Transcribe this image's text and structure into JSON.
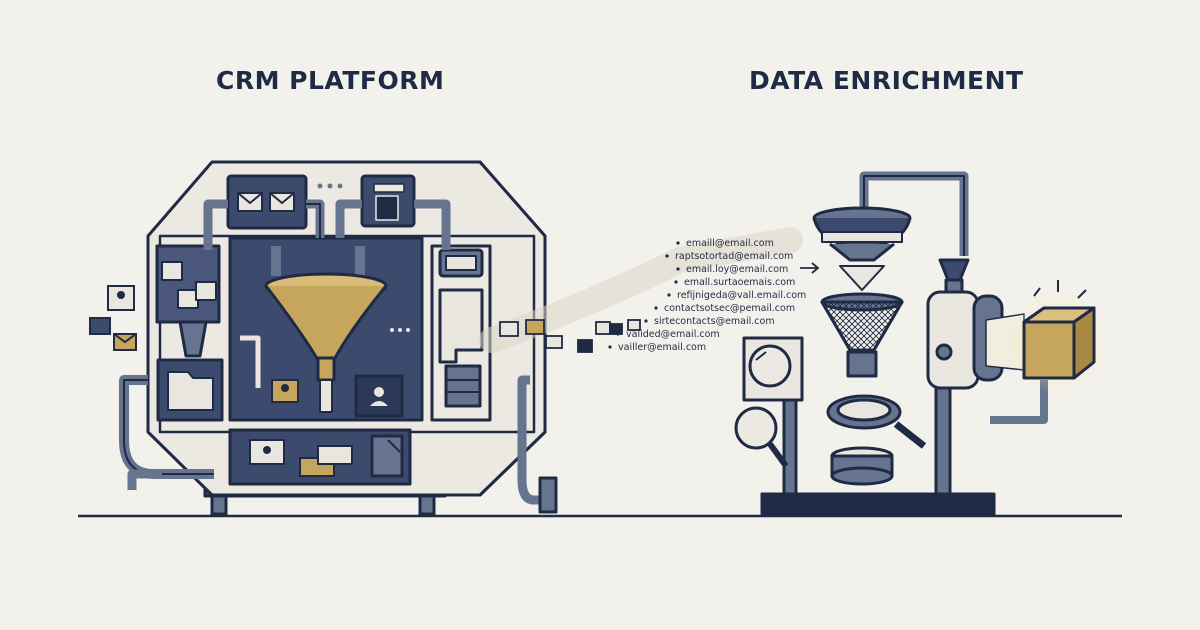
{
  "titles": {
    "left": "CRM PLATFORM",
    "right": "DATA ENRICHMENT"
  },
  "colors": {
    "background": "#f3f1ec",
    "navy": "#1f2a44",
    "panel": "#3c4a6e",
    "slate": "#67748f",
    "gold": "#c6a55c",
    "light": "#e9e6df"
  },
  "emails": [
    "emaill@email.com",
    "raptsotortad@email.com",
    "email.loy@email.com",
    "emall.surtaoemais.com",
    "refijnigeda@vall.email.com",
    "contactsotsec@pemail.com",
    "sirtecontacts@email.com",
    "valided@email.com",
    "vailler@email.com"
  ],
  "icons": {
    "crm": [
      "envelope-icon",
      "user-card-icon",
      "funnel-icon",
      "folder-icon",
      "document-icon"
    ],
    "enrichment": [
      "sieve-icon",
      "magnifier-icon",
      "grinder-icon",
      "gold-cube-icon"
    ]
  }
}
